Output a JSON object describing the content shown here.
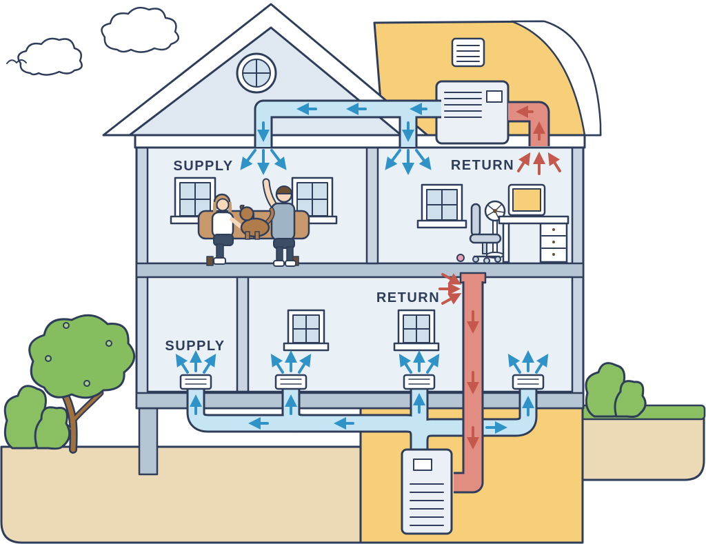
{
  "labels": {
    "attic_supply": "SUPPLY",
    "attic_return": "RETURN",
    "mid_return": "RETURN",
    "first_floor_supply": "SUPPLY"
  },
  "colors": {
    "outline": "#2e3d59",
    "wall": "#c9d5e2",
    "room": "#e9f0f6",
    "gable": "#dfe8f1",
    "floor_band": "#b6c5d4",
    "roof_yellow": "#f8cf79",
    "supply_blue": "#2f93c8",
    "supply_duct": "#c5e4f4",
    "return_red": "#c4584c",
    "return_duct": "#e18d81",
    "glass": "#cfe0ec",
    "ground_tan": "#ecd9b6",
    "grass_green": "#8abf62",
    "foliage_green": "#85bd5f",
    "apple_green": "#a8d18a",
    "trunk_brown": "#a2703d",
    "couch_tan": "#c89a6b",
    "dog_brown": "#b07c4a",
    "skin": "#f6d9bd",
    "hair_light": "#c99a69",
    "hair_dark": "#6b4f33",
    "shirt_blue": "#9fb4c4",
    "pants_navy": "#3c4d66",
    "screen_orange": "#f8cf79",
    "unit_gray": "#eaf0f5",
    "chair_gray": "#c6d2de",
    "toy_pink": "#e9a0b4"
  }
}
